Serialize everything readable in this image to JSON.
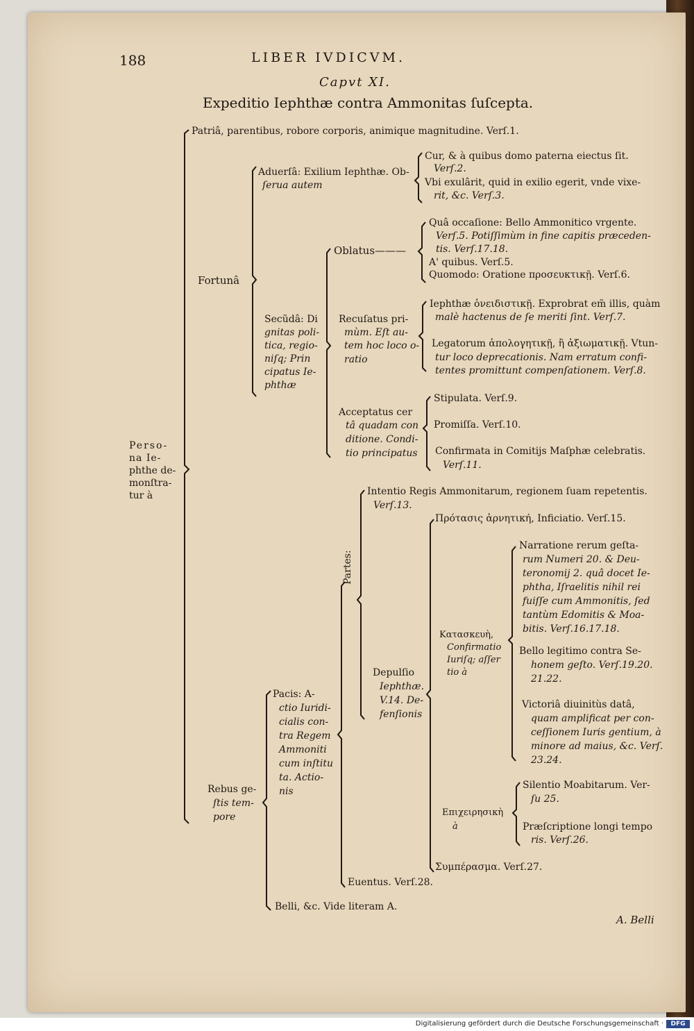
{
  "header": {
    "page_number": "188",
    "running_title": "LIBER IVDICVM.",
    "chapter": "Capvt XI.",
    "title": "Expeditio Iephthæ contra Ammonitas ſuſcepta."
  },
  "tree": {
    "root": [
      "Perso-",
      "na Ie-",
      "phthe de-",
      "monſtra-",
      "tur à"
    ],
    "patria": "Patriâ, parentibus, robore corporis, animique magnitudine. Verſ.1.",
    "fortuna": "Fortunâ",
    "aduersa": [
      "Aduerſâ: Exilium Iephthæ. Ob-",
      "ſerua autem"
    ],
    "cur": [
      "Cur, & à quibus domo paterna eiectus ſit.",
      "Verſ.2."
    ],
    "vbi": [
      "Vbi exulârit, quid in exilio egerit, vnde vixe-",
      "rit, &c. Verſ.3."
    ],
    "secunda": [
      "Secũdâ: Di",
      "gnitas poli-",
      "tica, regio-",
      "niſq; Prin",
      "cipatus Ie-",
      "phthæ"
    ],
    "oblatus": "Oblatus———",
    "qua": [
      "Quâ occaſione: Bello Ammonitico vrgente.",
      "Verſ.5. Potiſſimùm in fine capitis præceden-",
      "tis. Verſ.17.18."
    ],
    "a_quibus": "A' quibus. Verſ.5.",
    "quomodo": "Quomodo: Oratione προσευκτικῇ. Verſ.6.",
    "recusatus": [
      "Recuſatus pri-",
      "mùm. Eſt au-",
      "tem hoc loco o-",
      "ratio"
    ],
    "iephthae": [
      "Iephthæ ὀνειδιστικῇ. Exprobrat em̃ illis, quàm",
      "malè hactenus de ſe meriti ſint. Verſ.7."
    ],
    "legatorum": [
      "Legatorum ἀπολογητικῇ, ἢ ἀξιωματικῇ. Vtun-",
      "tur loco deprecationis. Nam erratum confi-",
      "tentes promittunt compenſationem. Verſ.8."
    ],
    "acceptatus": [
      "Acceptatus cer",
      "tâ quadam con",
      "ditione. Condi-",
      "tio principatus"
    ],
    "stipulata": "Stipulata. Verſ.9.",
    "promissa": "Promiſſa. Verſ.10.",
    "confirmata": [
      "Confirmata in Comitijs Maſphæ celebratis.",
      "Verſ.11."
    ],
    "rebus": [
      "Rebus ge-",
      "ſtis tem-",
      "pore"
    ],
    "pacis": [
      "Pacis: A-",
      "ctio Iuridi-",
      "cialis con-",
      "tra Regem",
      "Ammoniti",
      "cum inſtitu",
      "ta. Actio-",
      "nis"
    ],
    "partes": "Partes:",
    "intentio": [
      "Intentio Regis Ammonitarum, regionem ſuam repetentis.",
      "Verſ.13."
    ],
    "depulsio": [
      "Depulſio",
      "Iephthæ.",
      "V.14. De-",
      "fenſionis"
    ],
    "protasis": "Πρότασις ἀρνητική, Inficiatio. Verſ.15.",
    "kataskeue": [
      "Κατασκευὴ,",
      "Confirmatio",
      "Iuriſq; aſſer",
      "tio à"
    ],
    "narratione": [
      "Narratione rerum geſta-",
      "rum Numeri 20. & Deu-",
      "teronomij 2. quâ docet Ie-",
      "phtha, Iſraelitis nihil rei",
      "fuiſſe cum Ammonitis, ſed",
      "tantùm Edomitis & Moa-",
      "bitis. Verſ.16.17.18."
    ],
    "bello": [
      "Bello legitimo contra Se-",
      "honem geſto. Verſ.19.20.",
      "21.22."
    ],
    "victoria": [
      "Victoriâ diuinitùs datâ,",
      "quam amplificat per con-",
      "ceſſionem Iuris gentium, à",
      "minore ad maius, &c. Verſ.",
      "23.24."
    ],
    "epicheiresis": [
      "Επιχειρησικὴ",
      "à"
    ],
    "silentio": [
      "Silentio Moabitarum. Ver-",
      "ſu 25."
    ],
    "praescriptione": [
      "Præſcriptione longi tempo",
      "ris. Verſ.26."
    ],
    "symperasma": "Συμπέρασμα. Verſ.27.",
    "euentus": "Euentus. Verſ.28.",
    "belli": "Belli, &c. Vide literam A."
  },
  "catchword": "A. Belli",
  "footer": {
    "credit": "Digitalisierung gefördert durch die Deutsche Forschungsgemeinschaft ·",
    "logo": "DFG"
  }
}
